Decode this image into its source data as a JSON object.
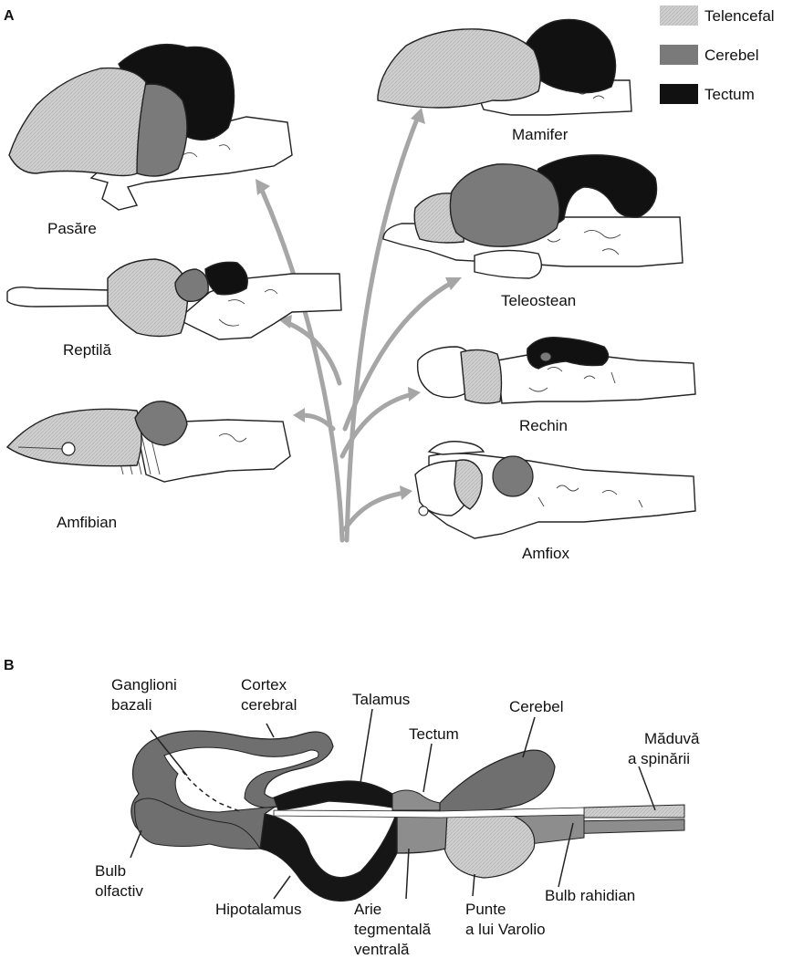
{
  "panel_a": {
    "letter": "A",
    "legend": [
      {
        "label": "Telencefal",
        "color": "#c9c9c9"
      },
      {
        "label": "Cerebel",
        "color": "#7a7a7a"
      },
      {
        "label": "Tectum",
        "color": "#111111"
      }
    ],
    "animals": {
      "bird": "Pasăre",
      "reptile": "Reptilă",
      "amphibian": "Amfibian",
      "mammal": "Mamifer",
      "teleost": "Teleostean",
      "shark": "Rechin",
      "amphioxus": "Amfiox"
    }
  },
  "panel_b": {
    "letter": "B",
    "regions": {
      "basal_ganglia": [
        "Ganglioni",
        "bazali"
      ],
      "cortex": [
        "Cortex",
        "cerebral"
      ],
      "thalamus": "Talamus",
      "cerebellum": "Cerebel",
      "tectum": "Tectum",
      "spinal_cord": [
        "Măduvă",
        "a spinării"
      ],
      "olfactory_bulb": [
        "Bulb",
        "olfactiv"
      ],
      "hypothalamus": "Hipotalamus",
      "vta": [
        "Arie",
        "tegmentală",
        "ventrală"
      ],
      "pons": [
        "Punte",
        "a lui Varolio"
      ],
      "medulla": "Bulb rahidian"
    }
  }
}
